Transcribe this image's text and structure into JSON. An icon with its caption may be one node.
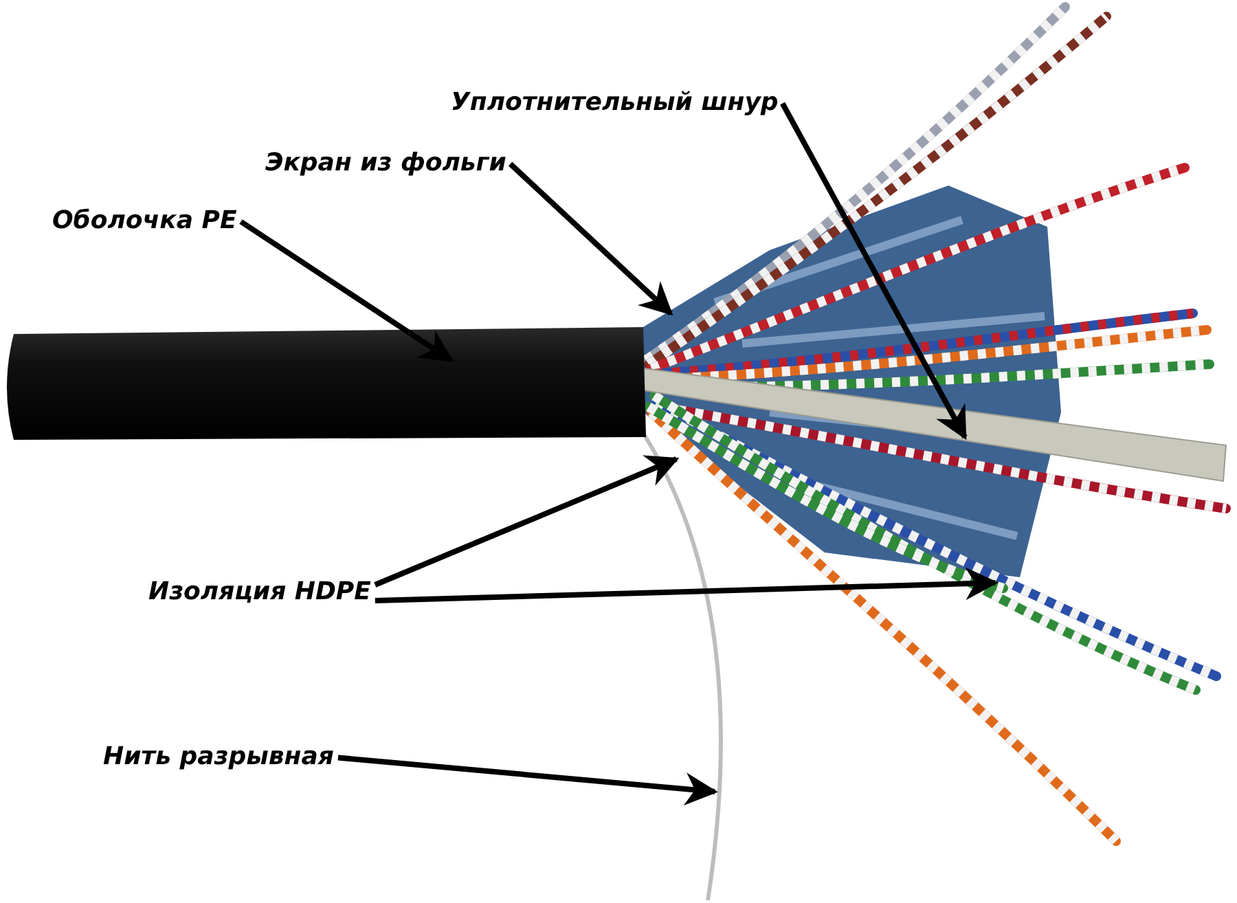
{
  "diagram": {
    "nodes": [
      {
        "text": [
          "Оболочка PE"
        ]
      },
      {
        "text": [
          "Экран из фольги"
        ]
      },
      {
        "text": [
          "Уплотнительный шнур"
        ]
      },
      {
        "text": [
          "Изоляция HDPE"
        ]
      },
      {
        "text": [
          "Нить разрывная"
        ]
      }
    ],
    "edges": [
      {
        "from": 0,
        "to": null,
        "arrow": "to"
      },
      {
        "from": 1,
        "to": null,
        "arrow": "to"
      },
      {
        "from": 2,
        "to": null,
        "arrow": "to"
      },
      {
        "from": 3,
        "to": null,
        "arrow": "to"
      },
      {
        "from": 3,
        "to": null,
        "arrow": "to"
      },
      {
        "from": 4,
        "to": null,
        "arrow": "to"
      }
    ]
  }
}
